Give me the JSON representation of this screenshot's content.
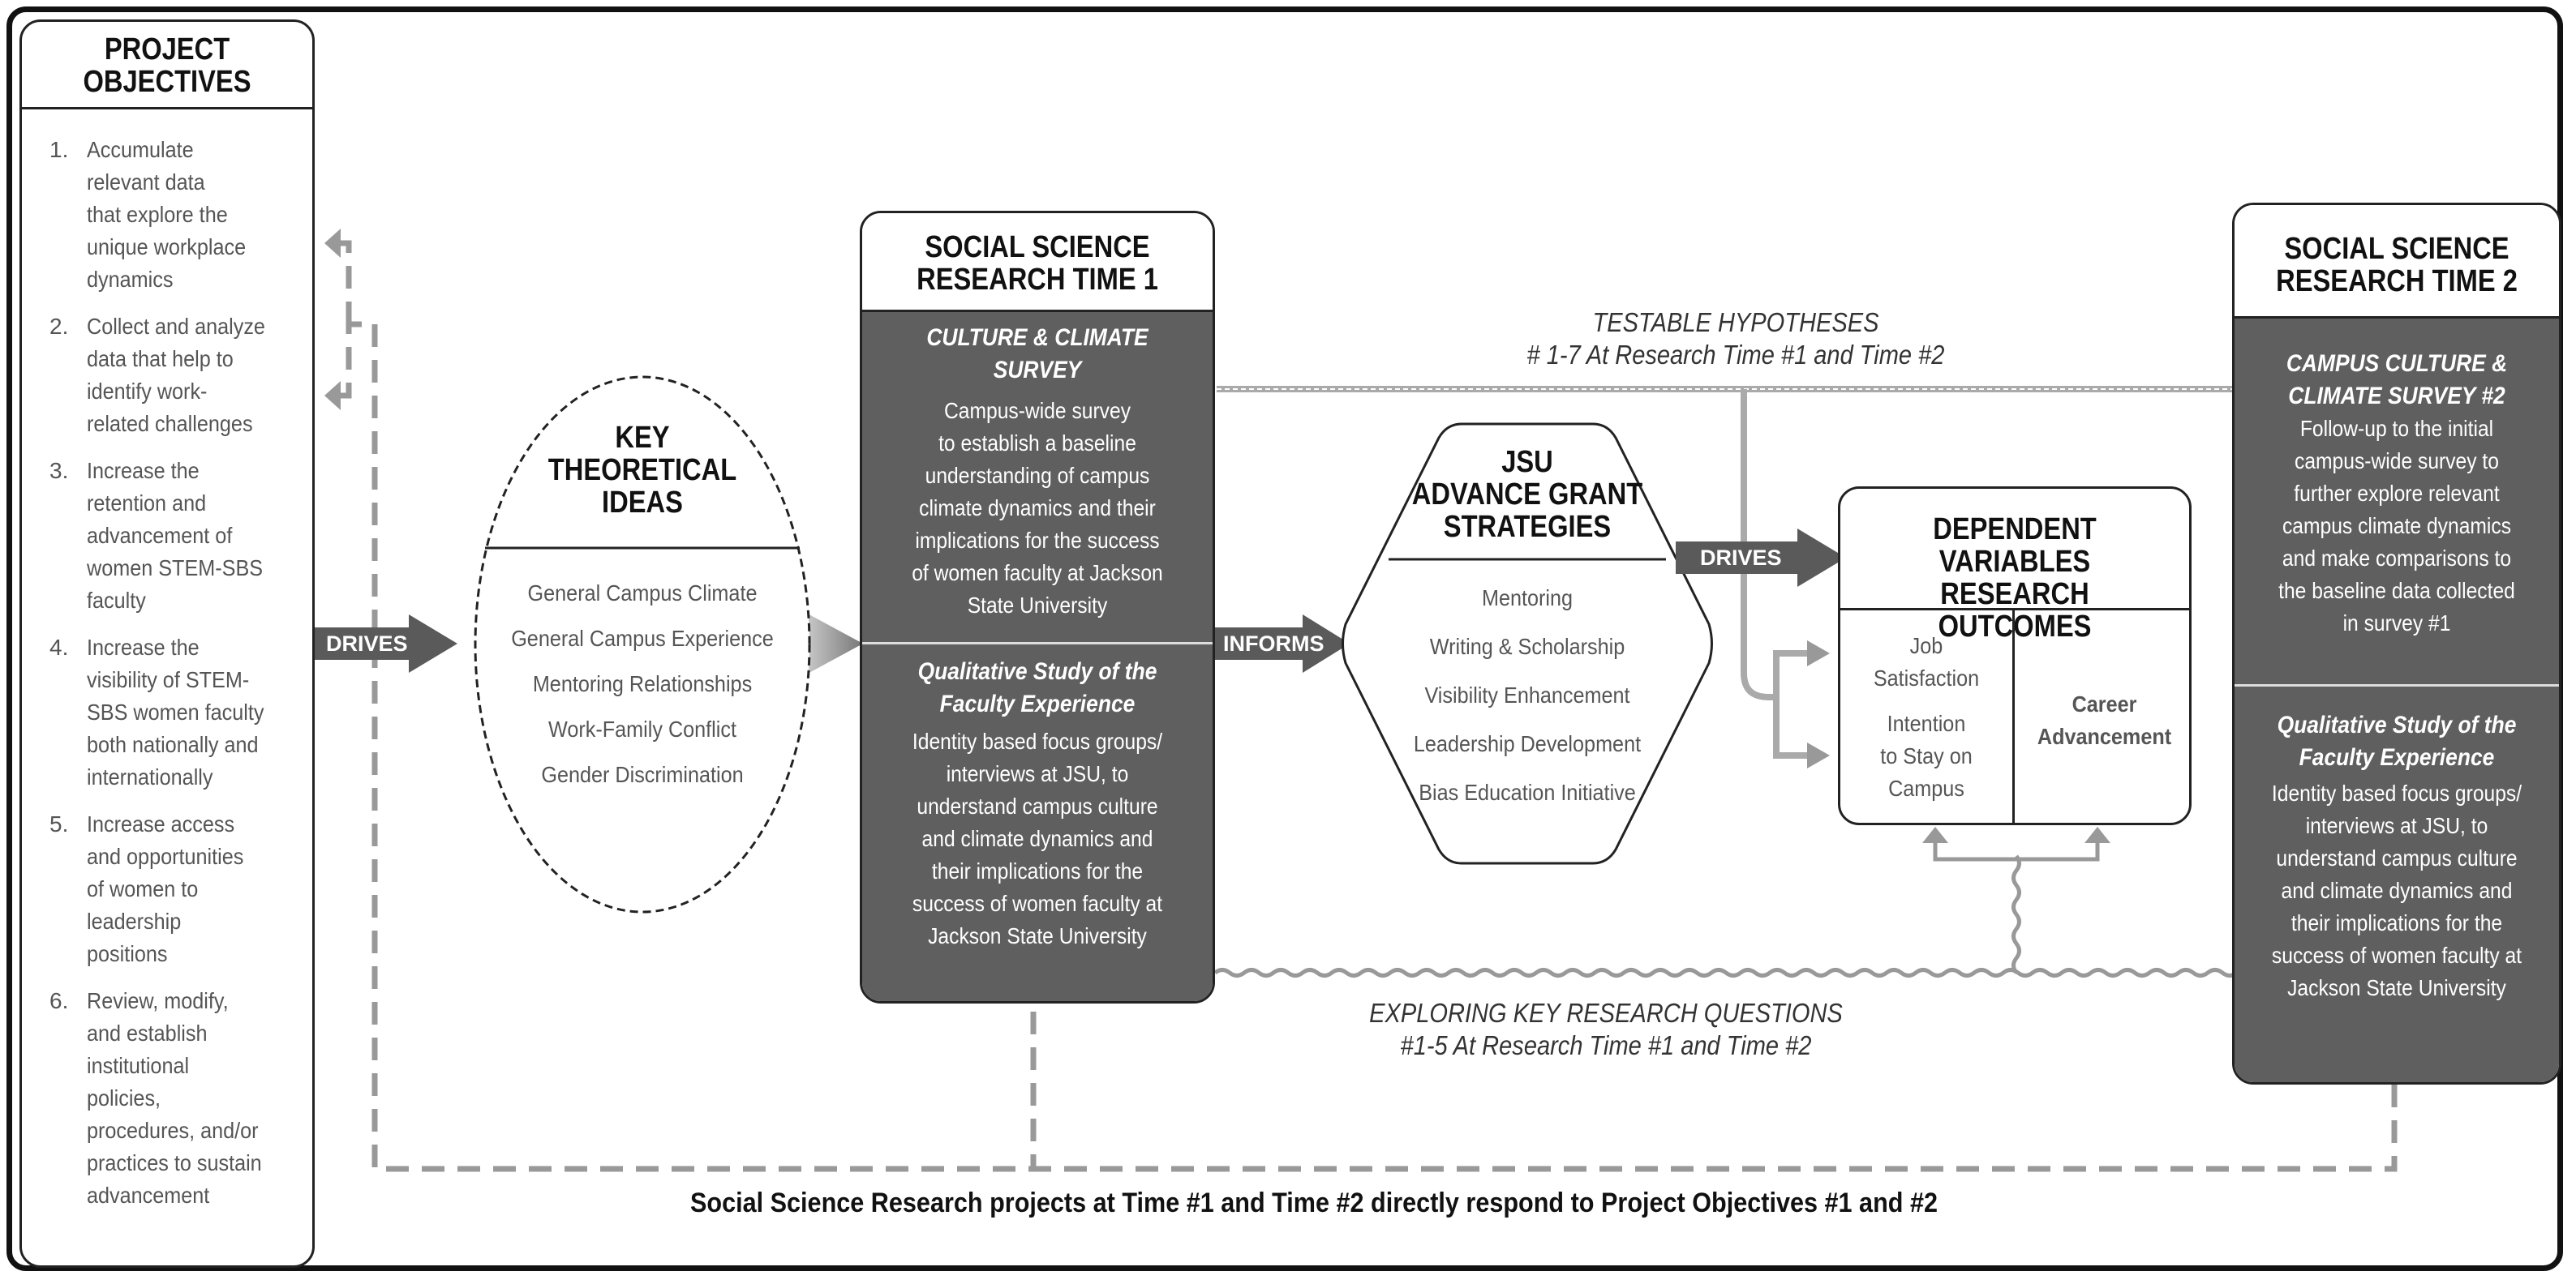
{
  "objectives": {
    "title_line1": "PROJECT",
    "title_line2": "OBJECTIVES",
    "items": [
      {
        "num": "1.",
        "lines": [
          "Accumulate",
          "relevant data",
          "that explore the",
          "unique workplace",
          "dynamics"
        ]
      },
      {
        "num": "2.",
        "lines": [
          "Collect and analyze",
          "data that help to",
          "identify work-",
          "related challenges"
        ]
      },
      {
        "num": "3.",
        "lines": [
          "Increase the",
          "retention and",
          "advancement of",
          "women STEM-SBS",
          "faculty"
        ]
      },
      {
        "num": "4.",
        "lines": [
          "Increase the",
          "visibility of  STEM-",
          "SBS women faculty",
          "both nationally and",
          "internationally"
        ]
      },
      {
        "num": "5.",
        "lines": [
          "Increase access",
          "and opportunities",
          "of women to",
          "leadership",
          "positions"
        ]
      },
      {
        "num": "6.",
        "lines": [
          "Review, modify,",
          "and establish",
          "institutional",
          "policies,",
          "procedures, and/or",
          "practices to sustain",
          "advancement"
        ]
      }
    ]
  },
  "arrows": {
    "drives_1": "DRIVES",
    "informs": "INFORMS",
    "drives_2": "DRIVES"
  },
  "theory": {
    "title_line1": "KEY",
    "title_line2": "THEORETICAL",
    "title_line3": "IDEAS",
    "items": [
      "General Campus Climate",
      "General Campus Experience",
      "Mentoring Relationships",
      "Work-Family Conflict",
      "Gender Discrimination"
    ]
  },
  "time1": {
    "title_line1": "SOCIAL SCIENCE",
    "title_line2": "RESEARCH TIME 1",
    "survey_title_line1": "CULTURE & CLIMATE",
    "survey_title_line2": "SURVEY",
    "survey_text": [
      "Campus-wide survey",
      "to establish a baseline",
      "understanding of campus",
      "climate dynamics and their",
      "implications for the success",
      "of women faculty at Jackson",
      "State University"
    ],
    "qual_title_line1": "Qualitative Study of the",
    "qual_title_line2": "Faculty Experience",
    "qual_text": [
      "Identity based focus groups/",
      "interviews at JSU, to",
      "understand campus culture",
      "and climate dynamics and",
      "their implications for the",
      "success of women faculty at",
      "Jackson State University"
    ]
  },
  "hypotheses": {
    "line1": "TESTABLE HYPOTHESES",
    "line2": "# 1-7 At Research Time #1 and Time #2"
  },
  "strategies": {
    "title_line1": "JSU",
    "title_line2": "ADVANCE GRANT",
    "title_line3": "STRATEGIES",
    "items": [
      "Mentoring",
      "Writing & Scholarship",
      "Visibility Enhancement",
      "Leadership Development",
      "Bias Education Initiative"
    ]
  },
  "outcomes": {
    "title_line1": "DEPENDENT VARIABLES",
    "title_line2": "RESEARCH OUTCOMES",
    "left_1_line1": "Job",
    "left_1_line2": "Satisfaction",
    "left_2_line1": "Intention",
    "left_2_line2": "to Stay on",
    "left_2_line3": "Campus",
    "right_line1": "Career",
    "right_line2": "Advancement"
  },
  "questions": {
    "line1": "EXPLORING KEY RESEARCH QUESTIONS",
    "line2": "#1-5 At Research Time #1 and Time #2"
  },
  "time2": {
    "title_line1": "SOCIAL SCIENCE",
    "title_line2": "RESEARCH TIME 2",
    "survey_title_line1": "CAMPUS CULTURE &",
    "survey_title_line2": "CLIMATE  SURVEY #2",
    "survey_text": [
      "Follow-up to the initial",
      "campus-wide survey to",
      "further explore relevant",
      "campus climate dynamics",
      "and make comparisons to",
      "the baseline data collected",
      "in survey #1"
    ],
    "qual_title_line1": "Qualitative Study of the",
    "qual_title_line2": "Faculty Experience",
    "qual_text": [
      "Identity based focus groups/",
      "interviews at JSU, to",
      "understand campus culture",
      "and climate dynamics and",
      "their implications for the",
      "success of women faculty at",
      "Jackson State University"
    ]
  },
  "footer": "Social Science Research projects at Time #1 and Time #2 directly respond to Project Objectives #1 and #2"
}
